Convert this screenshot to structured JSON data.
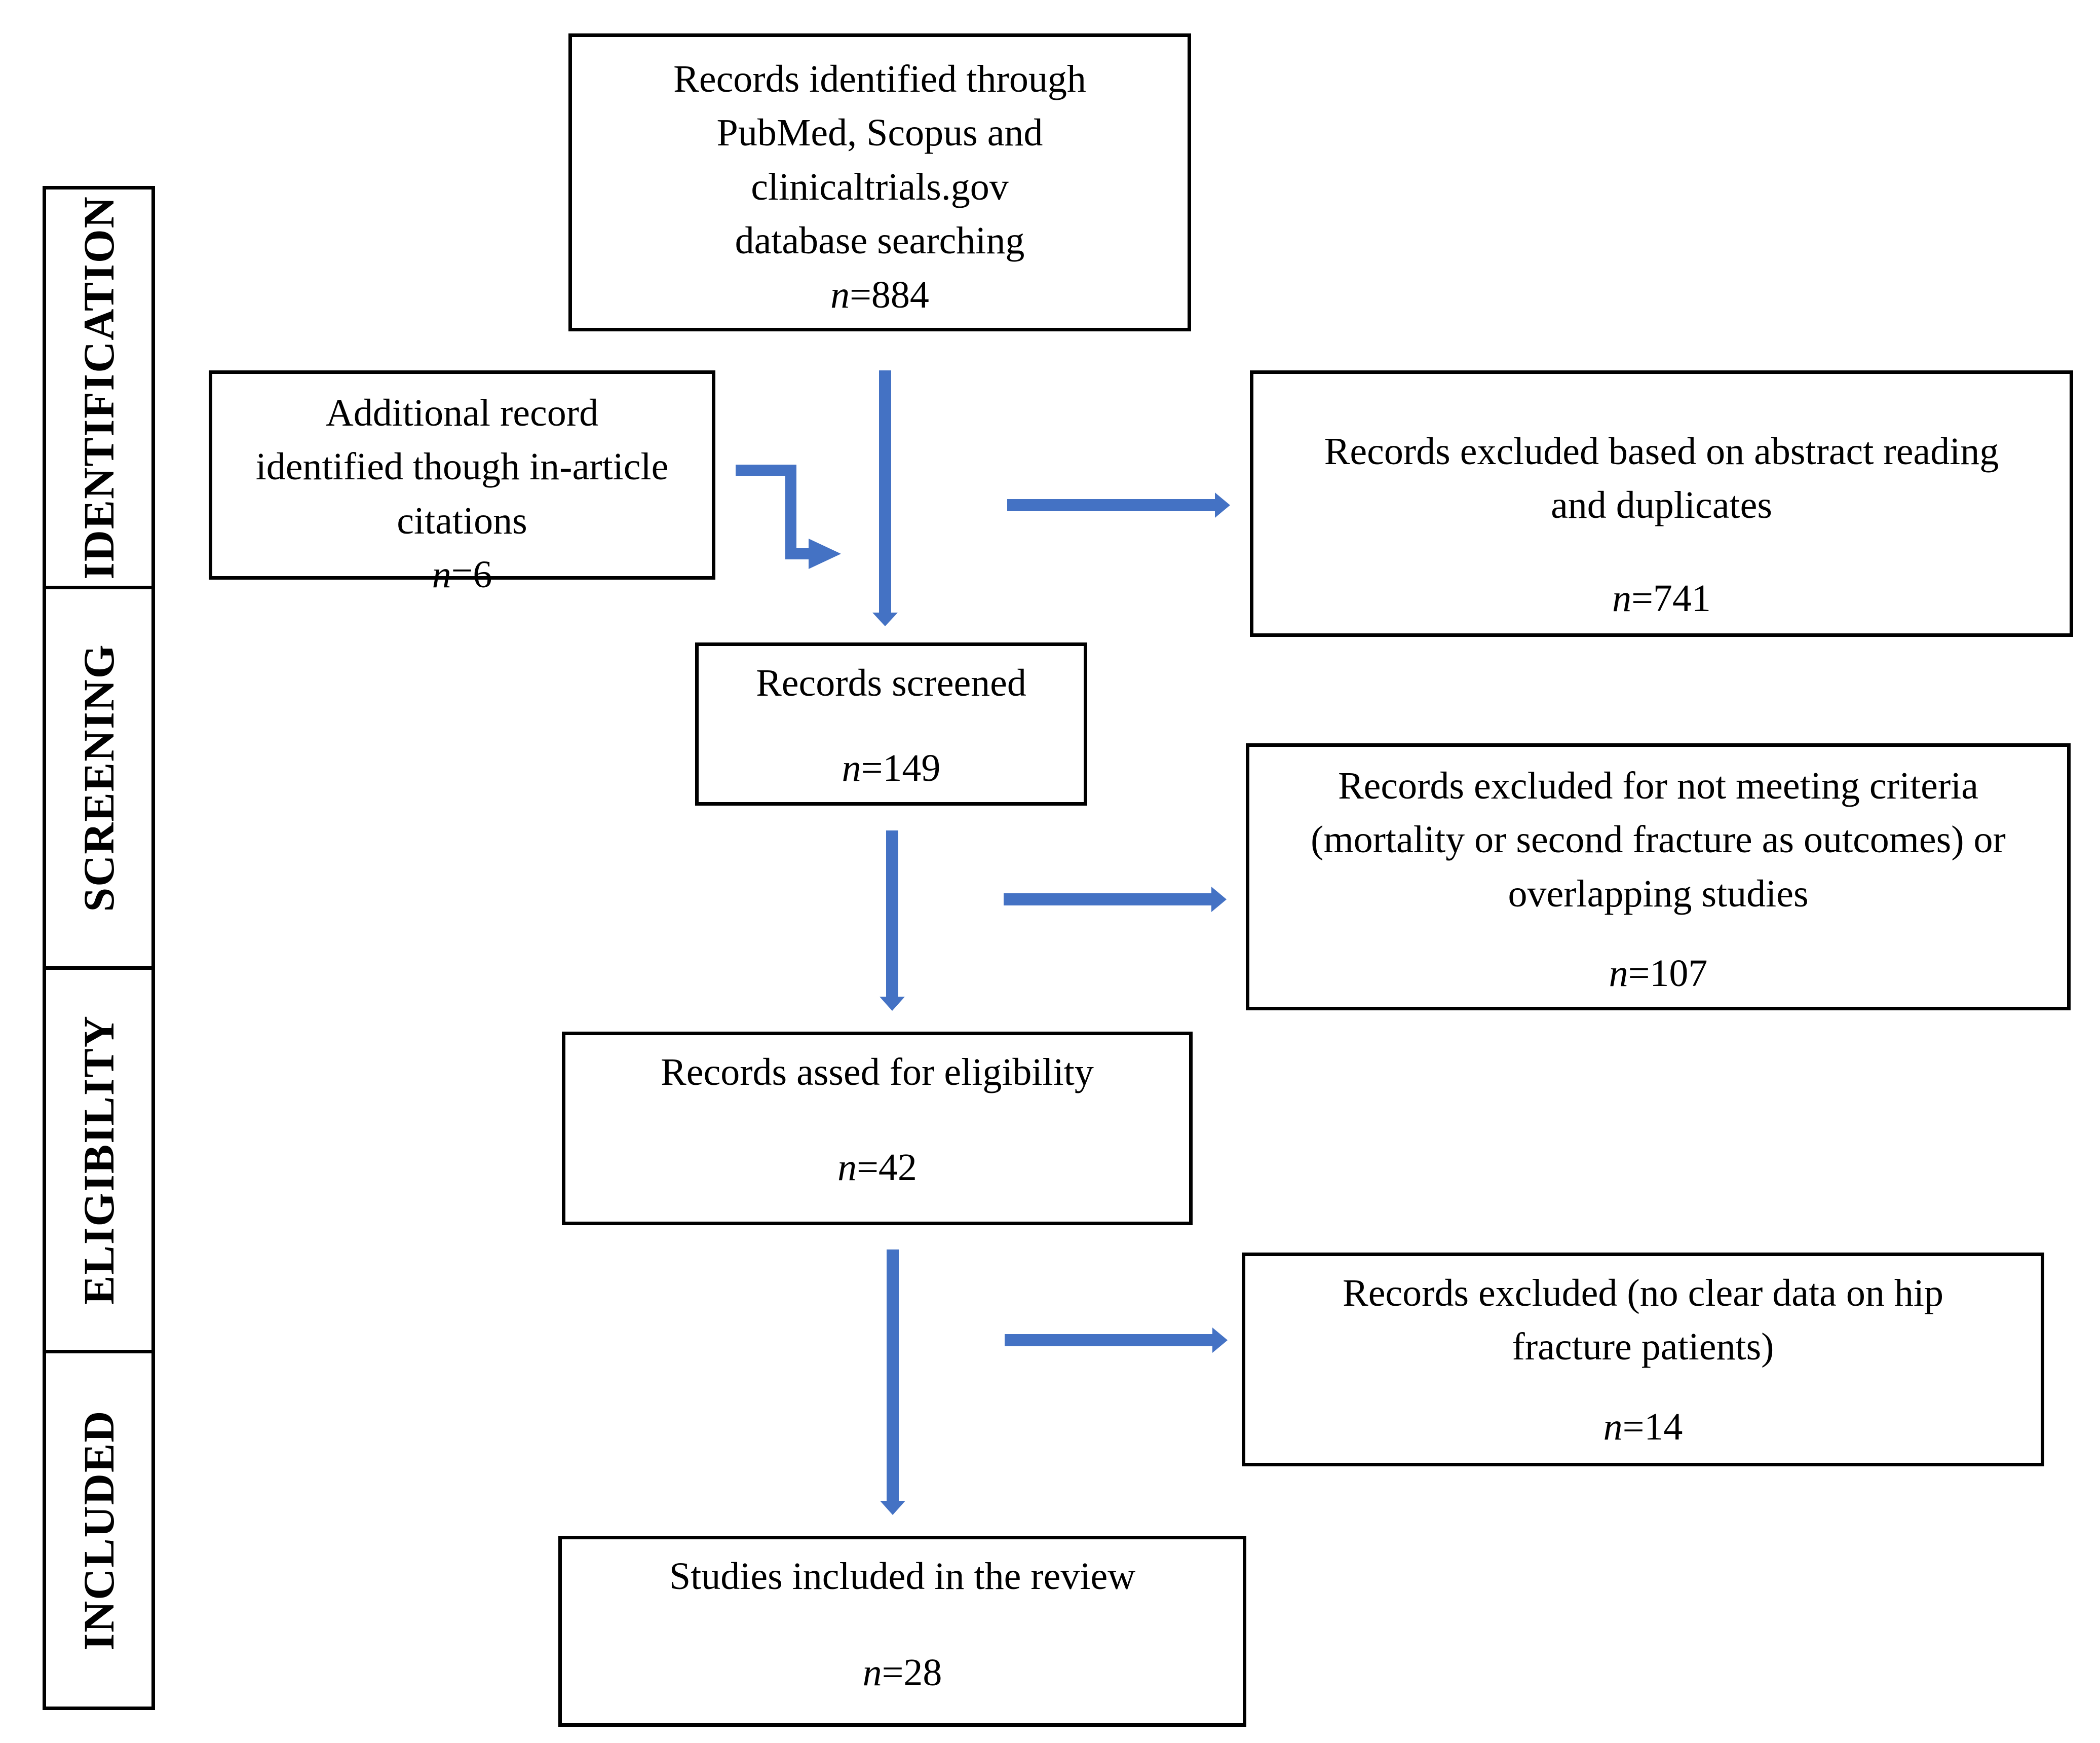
{
  "stages": [
    "IDENTIFICATION",
    "SCREENING",
    "ELIGIBILITY",
    "INCLUDED"
  ],
  "boxes": {
    "identified": {
      "lines": [
        "Records identified through",
        "PubMed, Scopus and",
        "clinicaltrials.gov",
        "database searching"
      ],
      "n_prefix": "n",
      "n_value": "=884"
    },
    "additional": {
      "lines": [
        "Additional record",
        "identified though in-article",
        "citations"
      ],
      "n_prefix": "n",
      "n_value": "=6"
    },
    "excluded_abstract": {
      "lines": [
        "Records excluded based on abstract reading",
        "and duplicates"
      ],
      "n_prefix": "n",
      "n_value": "=741"
    },
    "screened": {
      "lines": [
        "Records screened"
      ],
      "n_prefix": "n",
      "n_value": "=149"
    },
    "excluded_criteria": {
      "lines": [
        "Records excluded for not meeting criteria",
        "(mortality or second fracture as outcomes) or",
        "overlapping studies"
      ],
      "n_prefix": "n",
      "n_value": "=107"
    },
    "eligibility": {
      "lines": [
        "Records assed for eligibility"
      ],
      "n_prefix": "n",
      "n_value": "=42"
    },
    "excluded_data": {
      "lines": [
        "Records excluded (no clear data on hip",
        "fracture patients)"
      ],
      "n_prefix": "n",
      "n_value": "=14"
    },
    "included": {
      "lines": [
        "Studies included in the review"
      ],
      "n_prefix": "n",
      "n_value": "=28"
    }
  },
  "colors": {
    "arrow": "#4472C4",
    "border": "#000000"
  }
}
